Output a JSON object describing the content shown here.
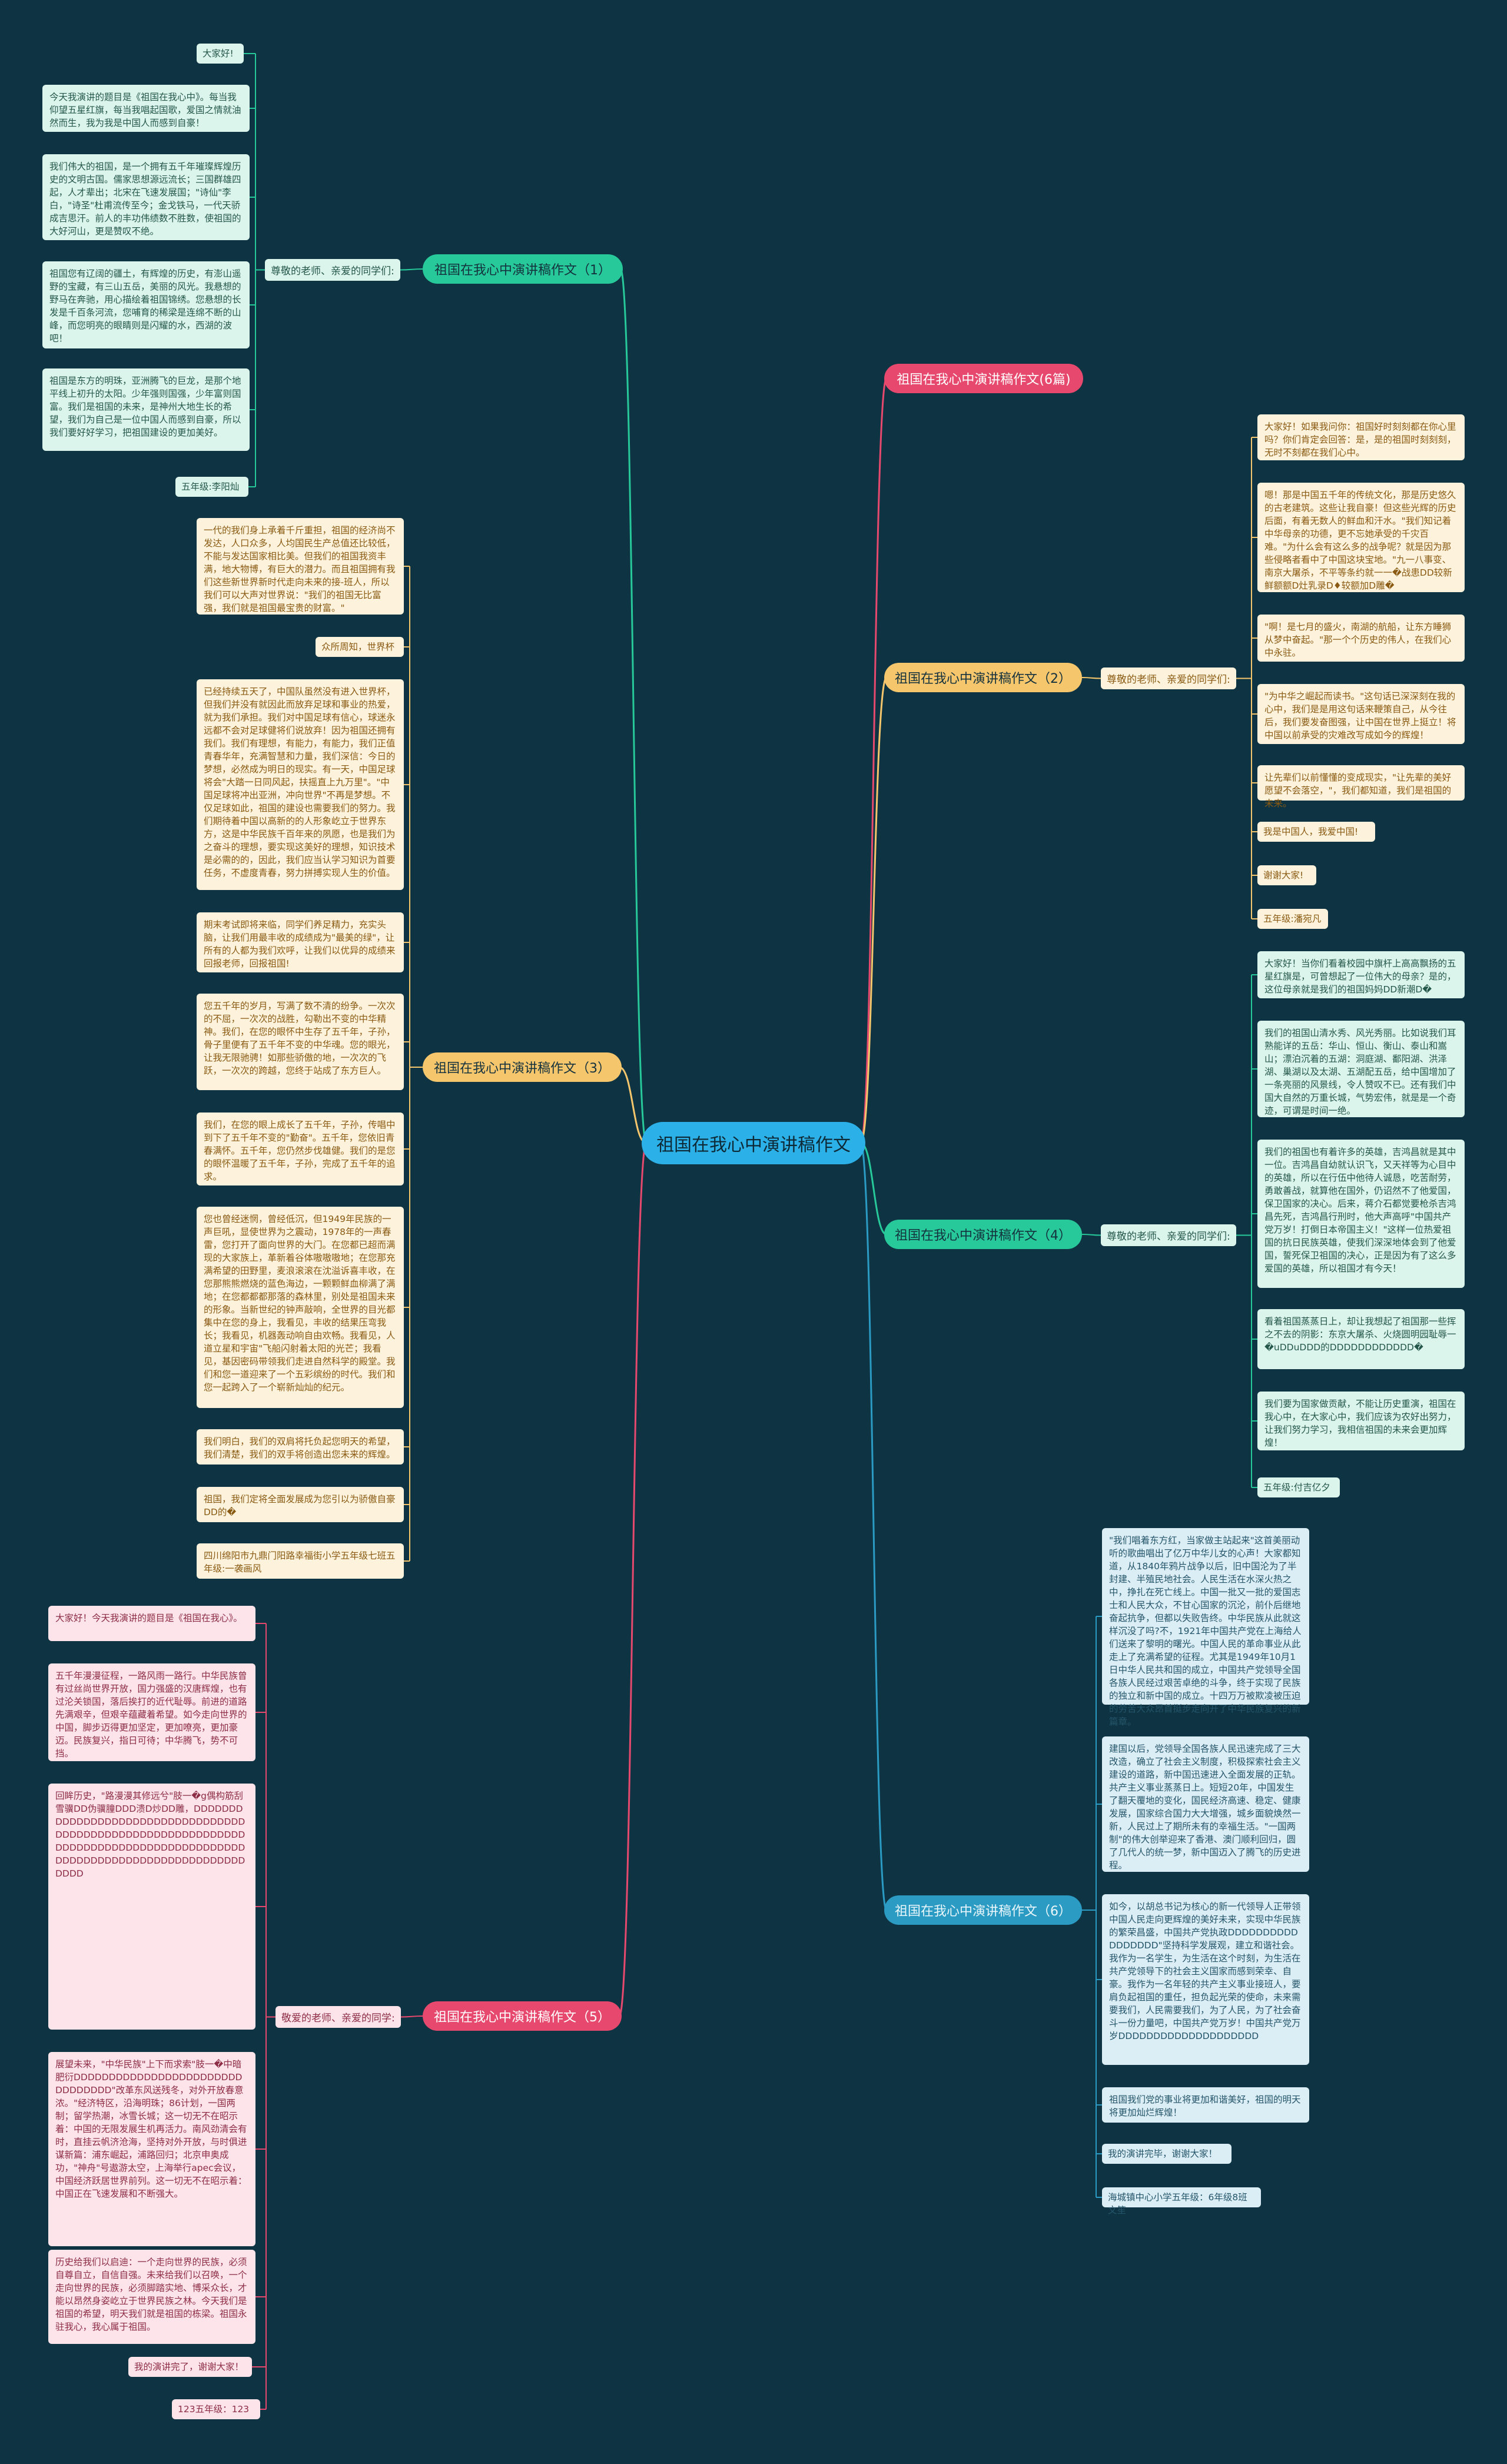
{
  "root": "祖国在我心中演讲稿作文",
  "branches": [
    {
      "title": "祖国在我心中演讲稿作文（1）",
      "sub": "尊敬的老师、亲爱的同学们:",
      "leaves": [
        "大家好!",
        "今天我演讲的题目是《祖国在我心中》。每当我仰望五星红旗，每当我唱起国歌，爱国之情就油然而生，我为我是中国人而感到自豪！",
        "我们伟大的祖国，是一个拥有五千年璀璨辉煌历史的文明古国。儒家思想源远流长；三国群雄四起，人才辈出；北宋在飞速发展国；\"诗仙\"李白，\"诗圣\"杜甫流传至今；金戈铁马，一代天骄成吉思汗。前人的丰功伟绩数不胜数，使祖国的大好河山，更是赞叹不绝。",
        "祖国您有辽阔的疆土，有辉煌的历史，有澎山遥野的宝藏，有三山五岳，美丽的风光。我悬想的野马在奔驰，用心描绘着祖国锦绣。您悬想的长发是千百条河流，您哺育的稀梁是连绵不断的山峰，而您明亮的眼睛则是闪耀的水，西湖的波吧！",
        "祖国是东方的明珠，亚洲腾飞的巨龙，是那个地平线上初升的太阳。少年强则国强，少年富则国富。我们是祖国的未来，是神州大地生长的希望，我们为自己是一位中国人而感到自豪，所以我们要好好学习，把祖国建设的更加美好。",
        "五年级:李阳灿"
      ]
    },
    {
      "title": "祖国在我心中演讲稿作文(6篇)",
      "sub": "",
      "leaves": []
    },
    {
      "title": "祖国在我心中演讲稿作文（2）",
      "sub": "尊敬的老师、亲爱的同学们:",
      "leaves": [
        "大家好！如果我问你：祖国好时刻刻都在你心里吗？你们肯定会回答：是，是的祖国时刻刻刻，无时不刻都在我们心中。",
        "嗯！那是中国五千年的传统文化，那是历史悠久的古老建筑。这些让我自豪！但这些光辉的历史后面，有着无数人的鲜血和汗水。\"我们知记着中华母亲的功德，更不忘她承受的千灾百难。\"为什么会有这么多的战争呢？就是因为那些侵略者看中了中国这块宝地。\"九一八事变、南京大屠杀，不平等条约就一一�战患DD较新鲜额额D灶乳录D♦较额加D雕�",
        "\"啊！是七月的盛火，南湖的航船，让东方睡狮从梦中奋起。\"那一个个历史的伟人，在我们心中永驻。",
        "\"为中华之崛起而读书。\"这句话已深深刻在我的心中，我们是是用这句话来鞭策自己，从今往后，我们要发奋图强，让中国在世界上挺立！将中国以前承受的灾难改写成如今的辉煌！",
        "让先辈们以前懂懂的变成现实，\"让先辈的美好愿望不会落空，\"，我们都知道，我们是祖国的未来。",
        "我是中国人，我爱中国!",
        "谢谢大家!",
        "五年级:潘宛凡"
      ]
    },
    {
      "title": "祖国在我心中演讲稿作文（3）",
      "sub": "",
      "leaves": [
        "一代的我们身上承着千斤重担，祖国的经济尚不发达，人口众多，人均国民生产总值还比较低，不能与发达国家相比美。但我们的祖国我资丰满，地大物博，有巨大的潜力。而且祖国拥有我们这些新世界新时代走向未来的接-班人，所以我们可以大声对世界说：\"我们的祖国无比富强，我们就是祖国最宝贵的财富。\"",
        "众所周知，世界杯",
        "已经持续五天了，中国队虽然没有进入世界杯，但我们并没有就因此而放弃足球和事业的热爱，就为我们承担。我们对中国足球有信心，球迷永远都不会对足球健将们说放弃！因为祖国还拥有我们。我们有理想，有能力，有能力，我们正值青春华年，充满智慧和力量，我们深信：今日的梦想，必然成为明日的现实。有一天，中国足球将会\"大踏一日同风起，扶摇直上九万里\"。\"中国足球将冲出亚洲，冲向世界\"不再是梦想。不仅足球如此，祖国的建设也需要我们的努力。我们期待着中国以高新的的人形象屹立于世界东方，这是中华民族千百年来的夙愿，也是我们为之奋斗的理想，要实现这美好的理想，知识技术是必需的的，因此，我们应当认学习知识为首要任务，不虚度青春，努力拼搏实现人生的价值。",
        "期末考试即将来临，同学们养足精力，充实头脑，让我们用最丰收的成绩成为\"最美的绿\"，让所有的人都为我们欢呼，让我们以优异的成绩来回报老师，回报祖国!",
        "您五千年的岁月，写满了数不清的纷争。一次次的不屈，一次次的战胜，勾勒出不变的中华精神。我们，在您的眼怀中生存了五千年，子孙，骨子里便有了五千年不变的中华魂。您的眼光，让我无限驰骋！如那些骄傲的地，一次次的飞跃，一次次的跨越，您终于站成了东方巨人。",
        "我们，在您的眼上成长了五千年，子孙，传唱中到下了五千年不变的\"勤奋\"。五千年，您依旧青春满怀。五千年，您仍然步伐雄健。我们的是您的眼怀温暖了五千年，子孙，完成了五千年的追求。",
        "您也曾经迷惘，曾经低沉，但1949年民族的一声巨吼，显使世界为之震动，1978年的一声春雷，您打开了面向世界的大门。在您都已超而满现的大家族上，革新着谷体嗷嗷嗷地；在您那充满希望的田野里，麦浪滚滚在沈溢诉喜丰收，在您那熊熊燃烧的蓝色海边，一颗颗鲜血柳满了满地；在您都都都那落的森林里，别处是祖国未来的形象。当新世纪的钟声敲响，全世界的目光都集中在您的身上，我看见，丰收的结果压弯我长；我看见，机器轰动响自由欢畅。我看见，人道立星和宇宙\"飞船闪射着太阳的光芒；我看见，基因密码带领我们走进自然科学的殿堂。我们和您一道迎来了一个五彩缤纷的时代。我们和您一起跨入了一个崭新灿灿的纪元。",
        "我们明白，我们的双肩将托负起您明天的希望，我们清楚，我们的双手将创造出您未来的辉煌。",
        "祖国，我们定将全面发展成为您引以为骄傲自豪DD的�",
        "四川绵阳市九鼎门阳路幸福街小学五年级七班五年级:一袭画风"
      ]
    },
    {
      "title": "祖国在我心中演讲稿作文（4）",
      "sub": "尊敬的老师、亲爱的同学们:",
      "leaves": [
        "大家好！当你们看着校园中旗杆上高高飘扬的五星红旗是，可曾想起了一位伟大的母亲？是的，这位母亲就是我们的祖国妈妈DD新潮D�",
        "我们的祖国山清水秀、风光秀丽。比如说我们耳熟能详的五岳：华山、恒山、衡山、泰山和嵩山；漂泊沉着的五湖：洞庭湖、鄱阳湖、洪泽湖、巢湖以及太湖、五湖配五岳，给中国增加了一条亮丽的风景线，令人赞叹不已。还有我们中国大自然的万重长城，气势宏伟，就是是一个奇迹，可谓是时间一绝。",
        "我们的祖国也有着许多的英雄，吉鸿昌就是其中一位。吉鸿昌自幼就认识飞，又天祥等为心目中的英雄，所以在行伍中他待人诚恳，吃苦耐劳，勇敢善战，就算他在国外，仍诏然不了他爱国，保卫国家的决心。后来，蒋介石都觉要枪杀吉鸿昌先死，吉鸿昌行刑时，他大声高呼\"中国共产党万岁！打倒日本帝国主义！\"这样一位热爱祖国的抗日民族英雄，使我们深深地体会到了他爱国，誓死保卫祖国的决心，正是因为有了这么多爱国的英雄，所以祖国才有今天！",
        "看着祖国蒸蒸日上，却让我想起了祖国那一些挥之不去的阴影：东京大屠杀、火烧圆明园耻辱一�uDDuDDD的DDDDDDDDDDDD�",
        "我们要为国家做贡献，不能让历史重演，祖国在我心中，在大家心中，我们应该为农好出努力，让我们努力学习，我相信祖国的未来会更加辉煌！",
        "五年级:付吉亿夕"
      ]
    },
    {
      "title": "祖国在我心中演讲稿作文（5）",
      "sub": "敬爱的老师、亲爱的同学:",
      "leaves": [
        "大家好！今天我演讲的题目是《祖国在我心》。",
        "五千年漫漫征程，一路风雨一路行。中华民族曾有过丝尚世界开放，国力强盛的汉唐辉煌，也有过沦关锁国，落后挨打的近代耻辱。前进的道路先满艰辛，但艰辛蕴藏着希望。如今走向世界的中国，脚步迈得更加坚定，更加嘹亮，更加豪迈。民族复兴，指日可待；中华腾飞，势不可挡。",
        "回眸历史，\"路漫漫其修远兮\"肢一�g偶构筋刮雪骥DD伪骥膧DDD溃D炒DD雕，DDDDDDDDDDDDDDDDDDDDDDDDDDDDDDDDDDDDDDDDDDDDDDDDDDDDDDDDDDDDDDDDDDDDDDDDDDDDDDDDDDDDDDDDDDDDDDDDDDDDDDDDDDDDDDDDDDDDDDD",
        "展望未来，\"中华民族\"上下而求索\"肢一�中暗肥衍DDDDDDDDDDDDDDDDDDDDDDDDDDDDDDDD\"改革东风送残冬，对外开放春意浓。\"经济特区，沿海明珠；86计划，一国两制；留学热潮，冰雪长城；这一切无不在昭示着：中国的无限发展生机再活力。南风劲清会有时，直挂云帆济沧海，坚持对外开放，与时俱进谋新篇：浦东崛起，浦路回归；北京申奥成功，\"神舟\"号遨游太空，上海举行apec会议，中国经济跃居世界前列。这一切无不在昭示着：中国正在飞速发展和不断强大。",
        "历史给我们以启迪：一个走向世界的民族，必须自尊自立，自信自强。未来给我们以召唤，一个走向世界的民族，必须脚踏实地、博采众长，才能以昂然身姿屹立于世界民族之林。今天我们是祖国的希望，明天我们就是祖国的栋梁。祖国永驻我心，我心属于祖国。",
        "我的演讲完了，谢谢大家！",
        "123五年级：123"
      ]
    },
    {
      "title": "祖国在我心中演讲稿作文（6）",
      "sub": "",
      "leaves": [
        "\"我们唱着东方红，当家做主站起来\"这首美丽动听的歌曲唱出了亿万中华儿女的心声！大家都知道，从1840年鸦片战争以后，旧中国沦为了半封建、半殖民地社会。人民生活在水深火热之中，挣扎在死亡线上。中国一批又一批的爱国志士和人民大众，不甘心国家的沉沦，前仆后继地奋起抗争，但都以失败告终。中华民族从此就这样沉没了吗?不，1921年中国共产党在上海给人们送来了黎明的曙光。中国人民的革命事业从此走上了充满希望的征程。尤其是1949年10月1日中华人民共和国的成立，中国共产党领导全国各族人民经过艰苦卓绝的斗争，终于实现了民族的独立和新中国的成立。十四万万被欺凌被压迫的劳苦大众昂首挺步走向开了中华民族复兴的新篇章。",
        "建国以后，党领导全国各族人民迅速完成了三大改造，确立了社会主义制度，积极探索社会主义建设的道路，新中国迅速进入全面发展的正轨。共产主义事业蒸蒸日上。短短20年，中国发生了翻天覆地的变化，国民经济高速、稳定、健康发展，国家综合国力大大增强，城乡面貌焕然一新，人民过上了期所未有的幸福生活。\"一国两制\"的伟大创举迎来了香港、澳门顺利回归，圆了几代人的统一梦，新中国迈入了腾飞的历史进程。",
        "如今，以胡总书记为核心的新一代领导人正带领中国人民走向更辉煌的美好未来，实现中华民族的繁荣昌盛，中国共产党执政DDDDDDDDDDDDDDDDD\"坚持科学发展观，建立和谐社会。我作为一名学生，为生活在这个时刻，为生活在共产党领导下的社会主义国家而感到荣幸、自豪。我作为一名年轻的共产主义事业接班人，要肩负起祖国的重任，担负起光荣的使命，未来需要我们，人民需要我们，为了人民，为了社会奋斗一份力量吧，中国共产党万岁！中国共产党万岁DDDDDDDDDDDDDDDDDDDD",
        "祖国我们党的事业将更加和谐美好，祖国的明天将更加灿烂辉煌！",
        "我的演讲完毕，谢谢大家！",
        "海城镇中心小学五年级：6年级8班 文笙"
      ]
    }
  ]
}
